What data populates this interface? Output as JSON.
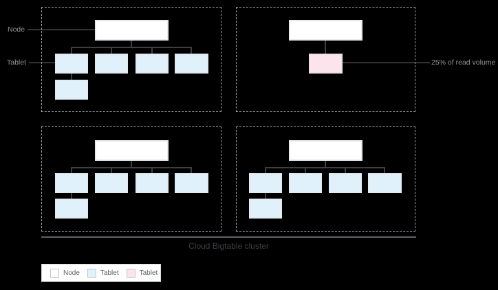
{
  "title": "Cloud Bigtable cluster",
  "side_labels": {
    "node": "Node",
    "tablet": "Tablet"
  },
  "annotation": {
    "read_volume": "25% of read volume"
  },
  "legend": {
    "items": [
      {
        "label": "Node",
        "color": "#ffffff"
      },
      {
        "label": "Tablet",
        "color": "#e1f1fb"
      },
      {
        "label": "Tablet",
        "color": "#fce4ec"
      }
    ]
  },
  "cluster": {
    "groups": [
      {
        "name": "node-group-1",
        "tablets": 5,
        "hot_tablets": 0
      },
      {
        "name": "node-group-2",
        "tablets": 0,
        "hot_tablets": 1
      },
      {
        "name": "node-group-3",
        "tablets": 5,
        "hot_tablets": 0
      },
      {
        "name": "node-group-4",
        "tablets": 5,
        "hot_tablets": 0
      }
    ]
  },
  "colors": {
    "background": "#000000",
    "node_fill": "#ffffff",
    "tablet_fill": "#e1f1fb",
    "hot_tablet_fill": "#fce4ec",
    "dashed_border": "#9e9e9e",
    "connector": "#3c4043",
    "annotation_text": "#8f9295",
    "title_text": "#3c4043"
  }
}
